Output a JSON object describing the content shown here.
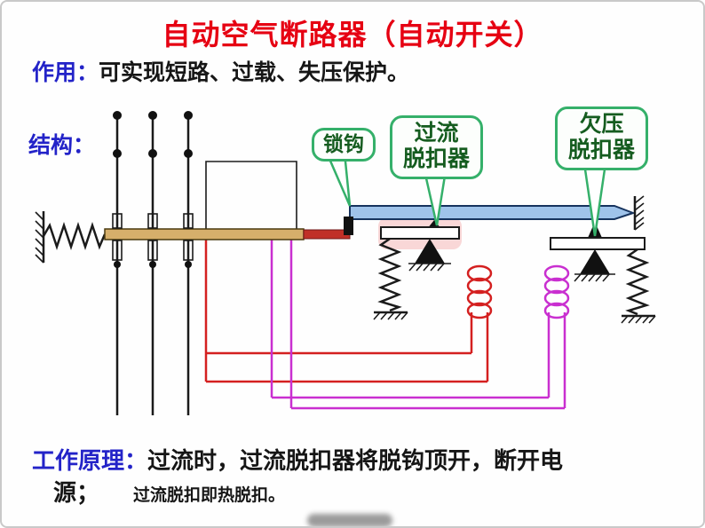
{
  "title": "自动空气断路器（自动开关）",
  "function_line": {
    "label": "作用：",
    "text": "可实现短路、过载、失压保护。"
  },
  "structure_label": "结构：",
  "diagram": {
    "callouts": {
      "lock_hook": "锁钩",
      "overcurrent": "过流\n脱扣器",
      "undervoltage": "欠压\n脱扣器"
    }
  },
  "principle": {
    "label": "工作原理：",
    "line1": "过流时，过流脱扣器将脱钩顶开，断开电",
    "line2": "源；",
    "note": "过流脱扣即热脱扣。"
  },
  "colors": {
    "title_red": "#e60012",
    "label_blue": "#2323c8",
    "callout_green": "#35b06a",
    "callout_text_green": "#155c1f",
    "coil_red": "#d42020",
    "coil_magenta": "#c92fd0",
    "lever_blue": "#9fc3ea",
    "crossbar_tan": "#d6af6b",
    "latch_red": "#c03028"
  }
}
